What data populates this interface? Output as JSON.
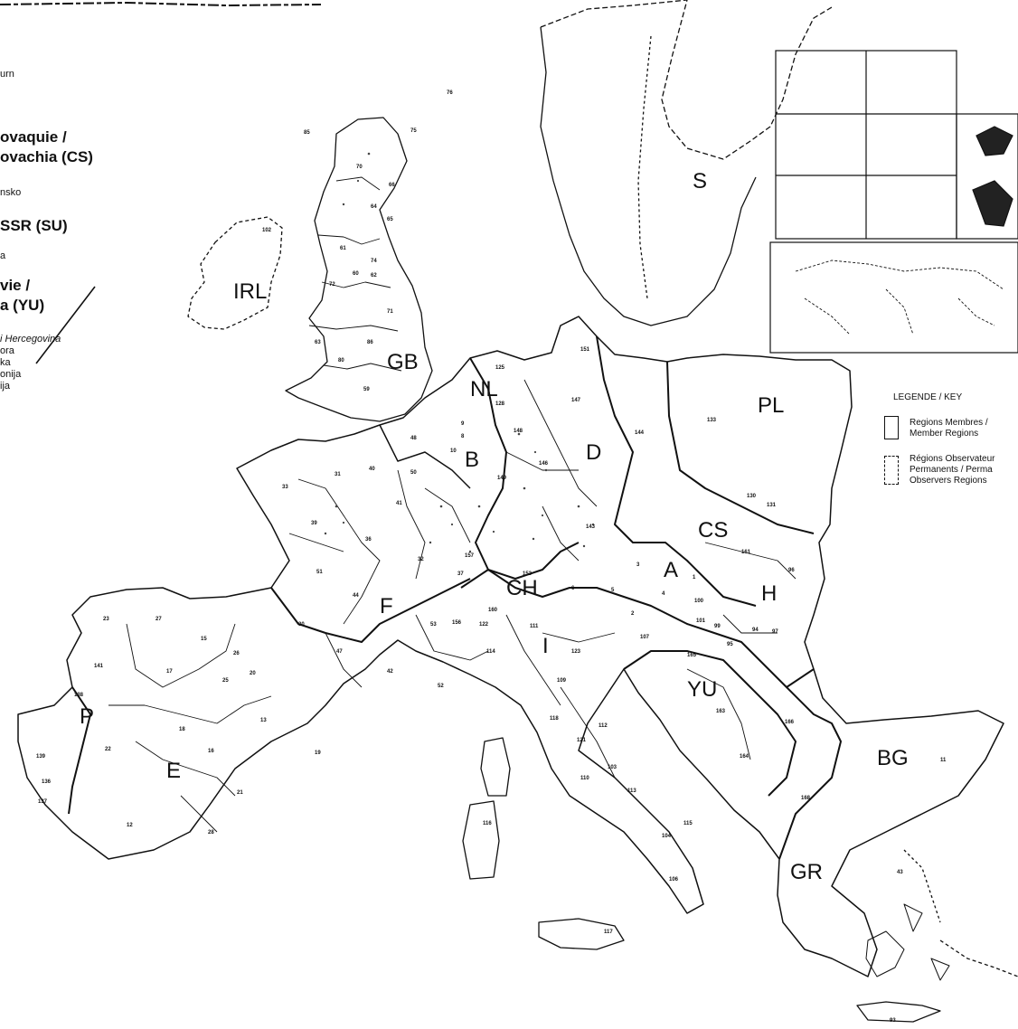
{
  "sidebar": {
    "l1": "urn",
    "l2": "ovaquie /",
    "l3": "ovachia (CS)",
    "l4": "nsko",
    "l5": "SSR (SU)",
    "l6": "a",
    "l7": "vie /",
    "l8": "a (YU)",
    "l9": "i Hercegovina",
    "l10": "ora",
    "l11": "ka",
    "l12": "onija",
    "l13": "ija"
  },
  "legend": {
    "title": "LEGENDE / KEY",
    "member_fr": "Regions Membres /",
    "member_en": "Member Regions",
    "obs_fr": "Régions Observateur",
    "obs_mid": "Permanents / Perma",
    "obs_en": "Observers Regions"
  },
  "countries": {
    "s": "S",
    "irl": "IRL",
    "gb": "GB",
    "nl": "NL",
    "b": "B",
    "d": "D",
    "pl": "PL",
    "cs": "CS",
    "a": "A",
    "h": "H",
    "ch": "CH",
    "f": "F",
    "i": "I",
    "yu": "YU",
    "bg": "BG",
    "p": "P",
    "e": "E",
    "gr": "GR"
  },
  "region_numbers": {
    "n23": "23",
    "n27": "27",
    "n141": "141",
    "n17": "17",
    "n15": "15",
    "n26": "26",
    "n25": "25",
    "n20": "20",
    "n138": "138",
    "n139": "139",
    "n22": "22",
    "n18": "18",
    "n16": "16",
    "n13": "13",
    "n19": "19",
    "n21": "21",
    "n12": "12",
    "n28": "28",
    "n137": "137",
    "n136": "136",
    "n33": "33",
    "n31": "31",
    "n40": "40",
    "n39": "39",
    "n51": "51",
    "n44": "44",
    "n30": "30",
    "n47": "47",
    "n42": "42",
    "n52": "52",
    "n53": "53",
    "n36": "36",
    "n32": "32",
    "n50": "50",
    "n41": "41",
    "n48": "48",
    "n10": "10",
    "n125": "125",
    "n128": "128",
    "n147": "147",
    "n151": "151",
    "n148": "148",
    "n146": "146",
    "n149": "149",
    "n143": "143",
    "n161": "161",
    "n133": "133",
    "n130": "130",
    "n131": "131",
    "n144": "144",
    "n96": "96",
    "n100": "100",
    "n101": "101",
    "n99": "99",
    "n95": "95",
    "n94": "94",
    "n97": "97",
    "n107": "107",
    "n165": "165",
    "n163": "163",
    "n164": "164",
    "n166": "166",
    "n168": "168",
    "n114": "114",
    "n123": "123",
    "n109": "109",
    "n118": "118",
    "n121": "121",
    "n112": "112",
    "n110": "110",
    "n103": "103",
    "n113": "113",
    "n115": "115",
    "n104": "104",
    "n106": "106",
    "n117": "117",
    "n116": "116",
    "n111": "111",
    "n122": "122",
    "n160": "160",
    "n156": "156",
    "n157": "157",
    "n37": "37",
    "n153": "153",
    "n2": "2",
    "n4": "4",
    "n3": "3",
    "n6": "6",
    "n5": "5",
    "n1": "1",
    "n9": "9",
    "n8": "8",
    "n102": "102",
    "n64": "64",
    "n65": "65",
    "n60": "60",
    "n62": "62",
    "n71": "71",
    "n66": "66",
    "n70": "70",
    "n72": "72",
    "n74": "74",
    "n75": "75",
    "n76": "76",
    "n11": "11",
    "n43": "43",
    "n93": "93",
    "n80": "80",
    "n86": "86",
    "n63": "63",
    "n59": "59",
    "n61": "61",
    "n85": "85"
  }
}
